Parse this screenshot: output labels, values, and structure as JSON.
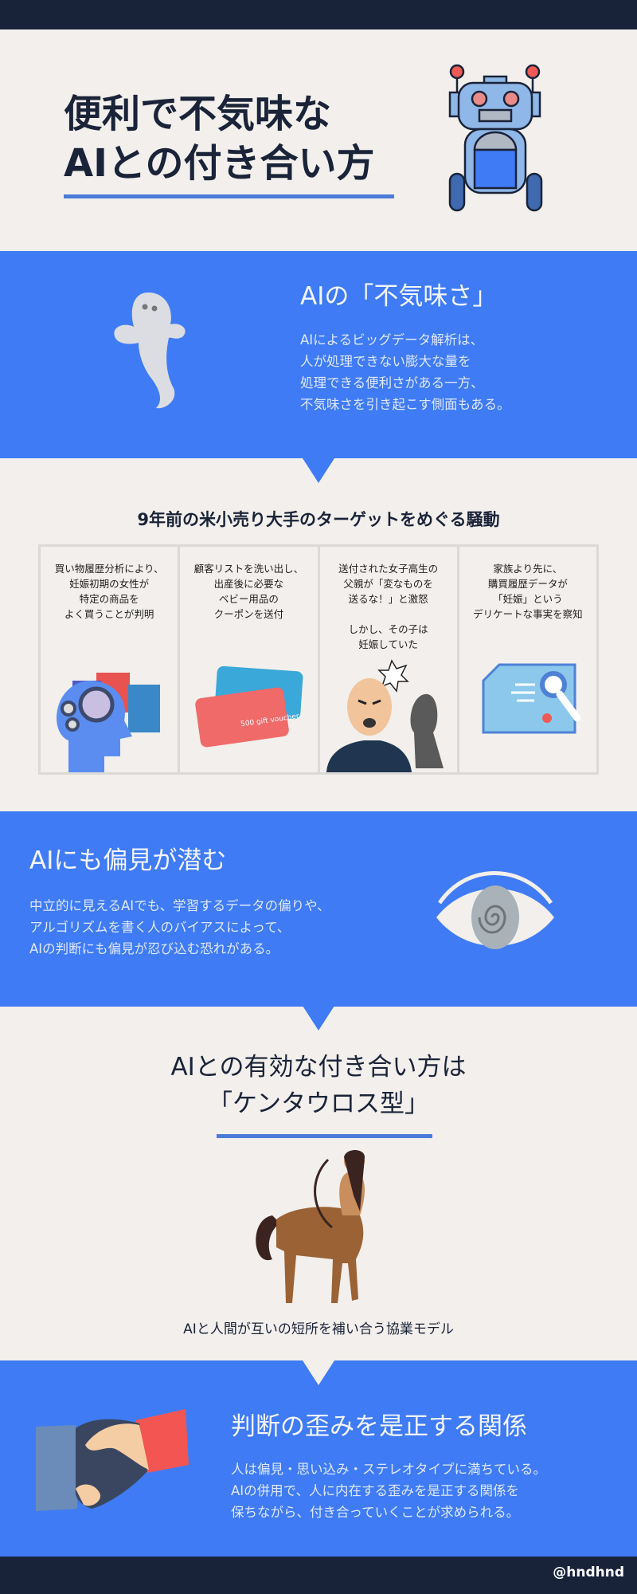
{
  "hero": {
    "title_line1": "便利で不気味な",
    "title_line2": "AIとの付き合い方"
  },
  "section1": {
    "heading": "AIの「不気味さ」",
    "body": [
      "AIによるビッグデータ解析は、",
      "人が処理できない膨大な量を",
      "処理できる便利さがある一方、",
      "不気味さを引き起こす側面もある。"
    ]
  },
  "section2": {
    "heading": "9年前の米小売り大手のターゲットをめぐる騒動",
    "cards": [
      {
        "text": "買い物履歴分析により、\n妊娠初期の女性が\n特定の商品を\nよく買うことが判明",
        "icon": "head-gears-shopping-icon"
      },
      {
        "text": "顧客リストを洗い出し、\n出産後に必要な\nベビー用品の\nクーポンを送付",
        "icon": "gift-voucher-icon",
        "voucher_label": "500 gift voucher"
      },
      {
        "text": "送付された女子高生の\n父親が「変なものを\n送るな！」と激怒\n\nしかし、その子は\n妊娠していた",
        "icon": "angry-father-icon"
      },
      {
        "text": "家族より先に、\n購買履歴データが\n「妊娠」という\nデリケートな事実を察知",
        "icon": "document-magnifier-icon"
      }
    ]
  },
  "section3": {
    "heading": "AIにも偏見が潜む",
    "body": [
      "中立的に見えるAIでも、学習するデータの偏りや、",
      "アルゴリズムを書く人のバイアスによって、",
      "AIの判断にも偏見が忍び込む恐れがある。"
    ]
  },
  "section4": {
    "title_line1": "AIとの有効な付き合い方は",
    "title_line2": "「ケンタウロス型」",
    "caption": "AIと人間が互いの短所を補い合う協業モデル"
  },
  "section5": {
    "heading": "判断の歪みを是正する関係",
    "body": [
      "人は偏見・思い込み・ステレオタイプに満ちている。",
      "AIの併用で、人に内在する歪みを是正する関係を",
      "保ちながら、付き合っていくことが求められる。"
    ]
  },
  "footer": {
    "handle": "@hndhnd"
  },
  "colors": {
    "navy": "#18233a",
    "blue": "#3f7bf4",
    "cream": "#f2efec",
    "accent_line": "#4a7bd8"
  }
}
